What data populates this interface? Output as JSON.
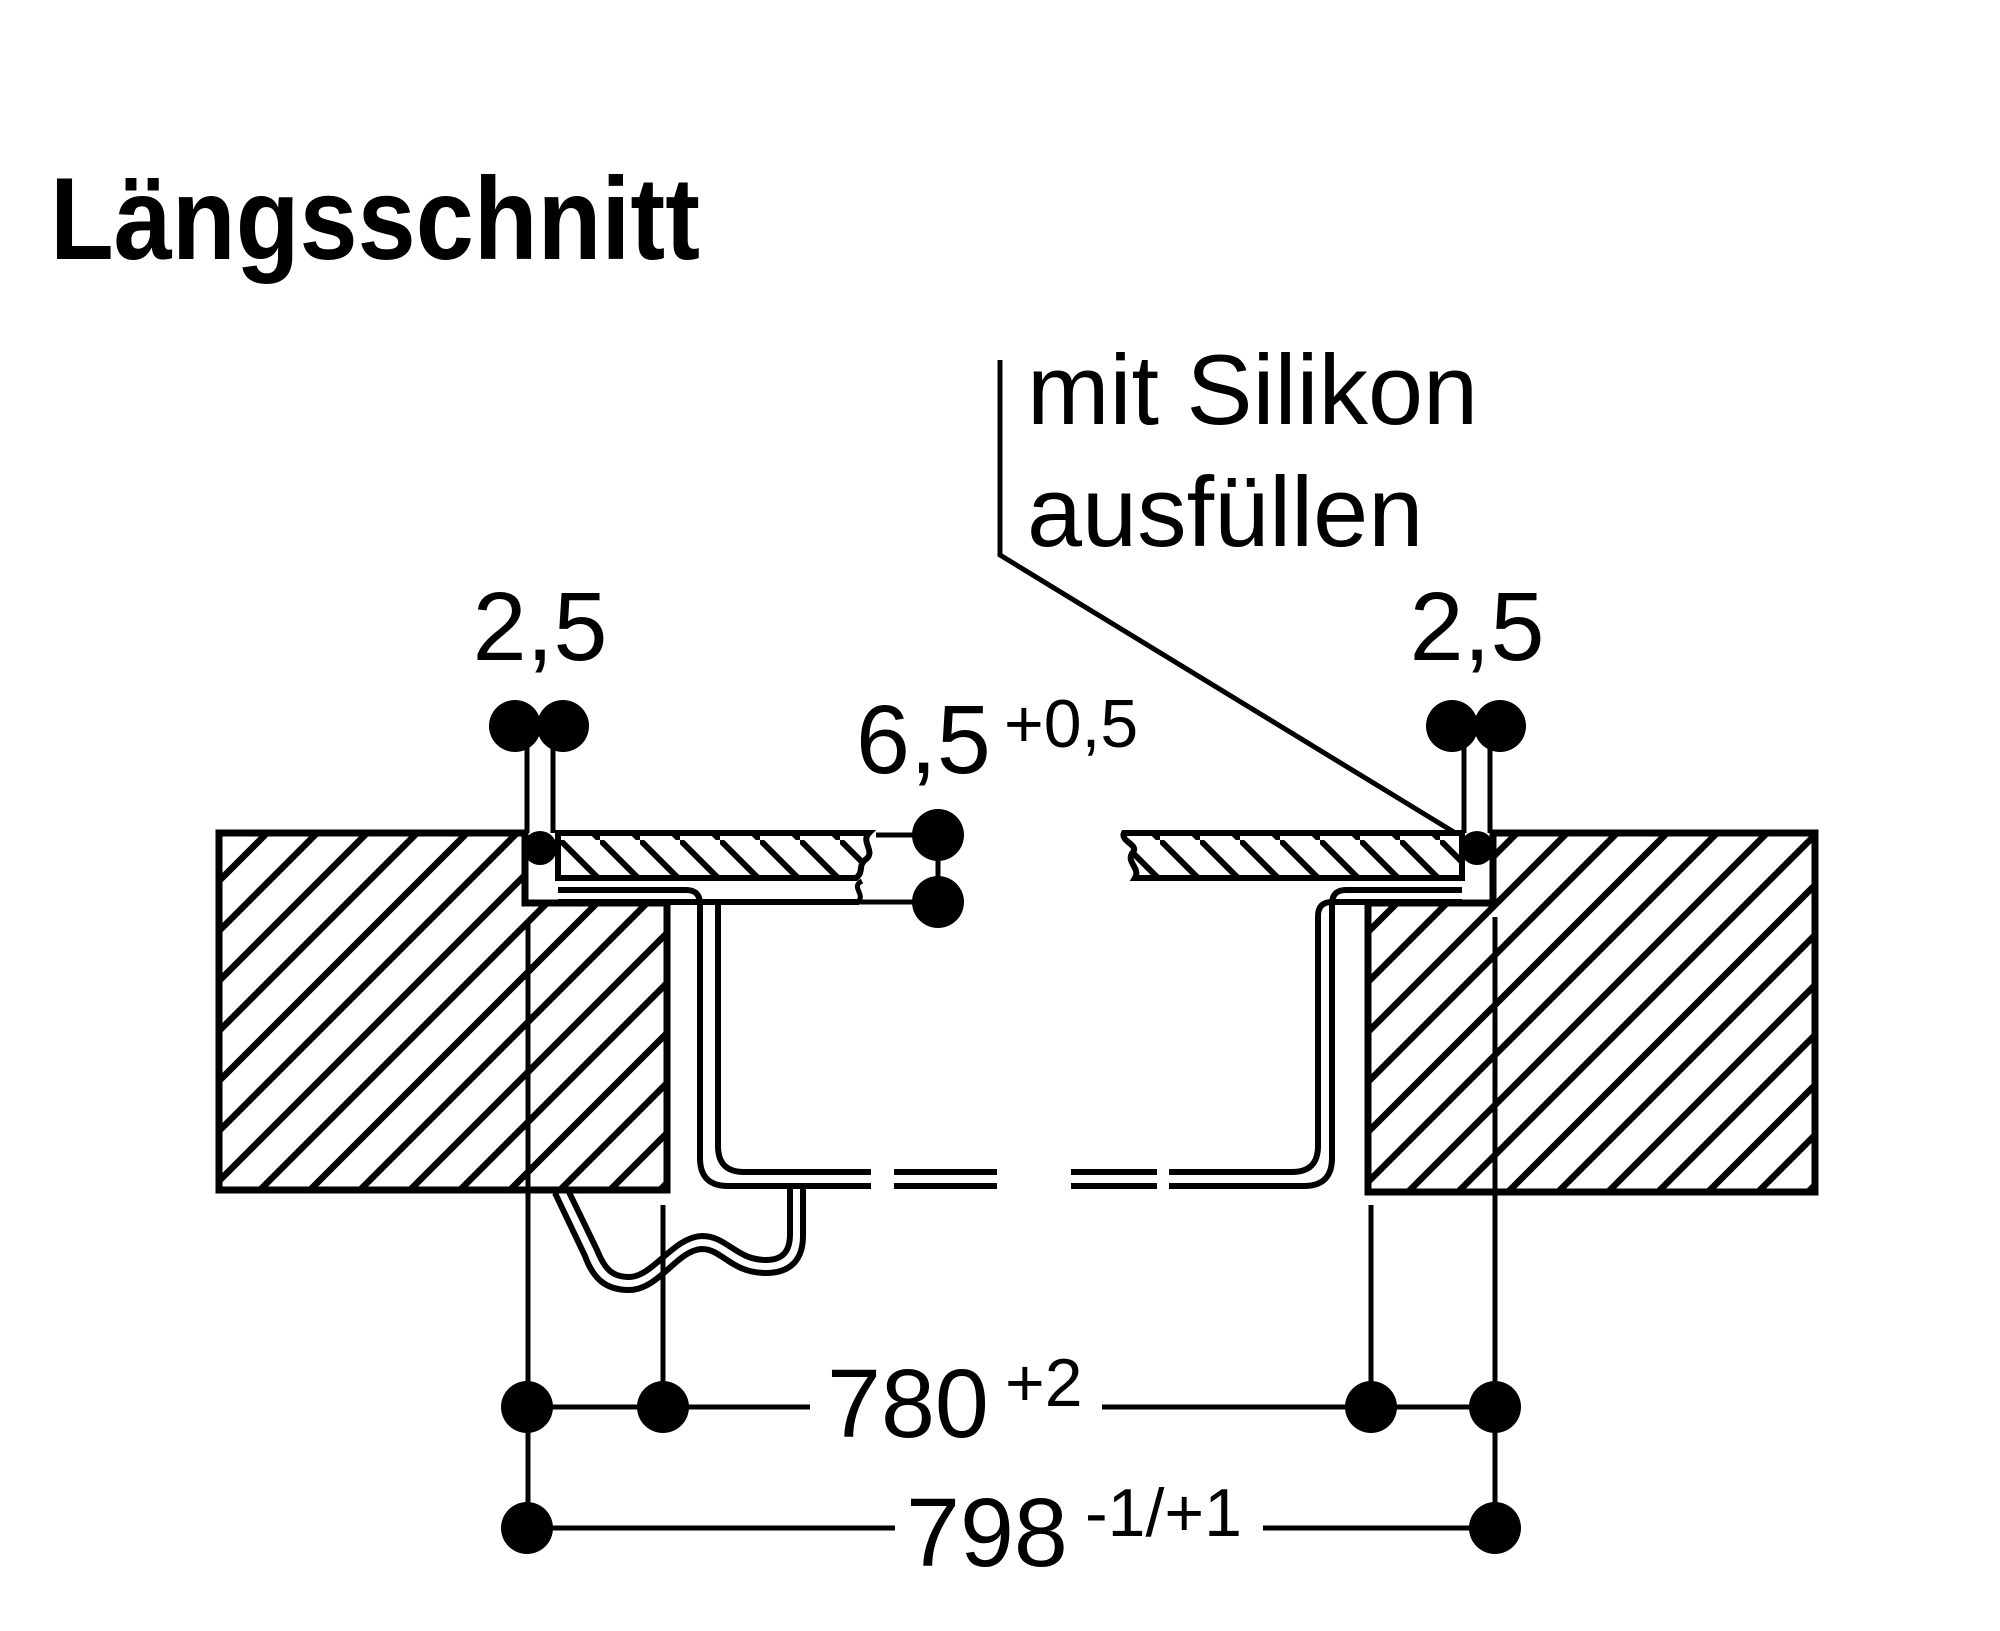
{
  "title": "Längsschnitt",
  "note": {
    "line1": "mit Silikon",
    "line2": "ausfüllen"
  },
  "dimensions": {
    "gap_left": {
      "value": "2,5"
    },
    "gap_right": {
      "value": "2,5"
    },
    "glass_depth": {
      "value": "6,5",
      "tolerance": "+0,5"
    },
    "cutout_width": {
      "value": "780",
      "tolerance": "+2"
    },
    "recess_width": {
      "value": "798",
      "tolerance": "-1/+1"
    }
  },
  "colors": {
    "line": "#000000",
    "background": "#ffffff"
  }
}
